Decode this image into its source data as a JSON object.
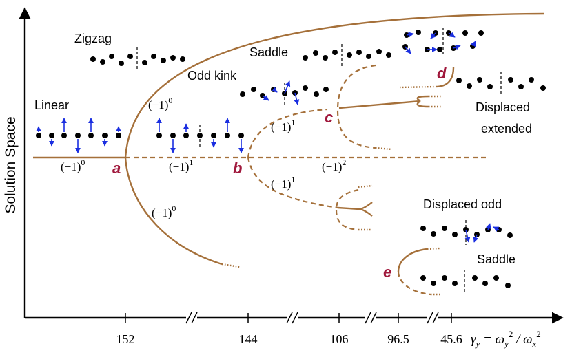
{
  "axes": {
    "ylabel": "Solution Space",
    "xlabel_gamma": "γ",
    "xlabel_sub": "y",
    "xlabel_rest": " = ω",
    "xlabel_sub2": "y",
    "xlabel_sup2": "2",
    "xlabel_div": " / ω",
    "xlabel_sub3": "x",
    "xlabel_sup3": "2",
    "ticks": [
      "152",
      "144",
      "106",
      "96.5",
      "45.6"
    ]
  },
  "configs": {
    "linear": "Linear",
    "zigzag": "Zigzag",
    "odd_kink": "Odd kink",
    "saddle_top": "Saddle",
    "displaced_extended_1": "Displaced",
    "displaced_extended_2": "extended",
    "displaced_odd": "Displaced odd",
    "saddle_bottom": "Saddle"
  },
  "points": {
    "a": "a",
    "b": "b",
    "c": "c",
    "d": "d",
    "e": "e"
  },
  "indices": {
    "lin_base": "(−1)",
    "exp0": "0",
    "exp1": "1",
    "exp2": "2"
  },
  "colors": {
    "branch": "#a5703a",
    "point_label": "#a0183c",
    "vector": "#1a2ee0"
  }
}
